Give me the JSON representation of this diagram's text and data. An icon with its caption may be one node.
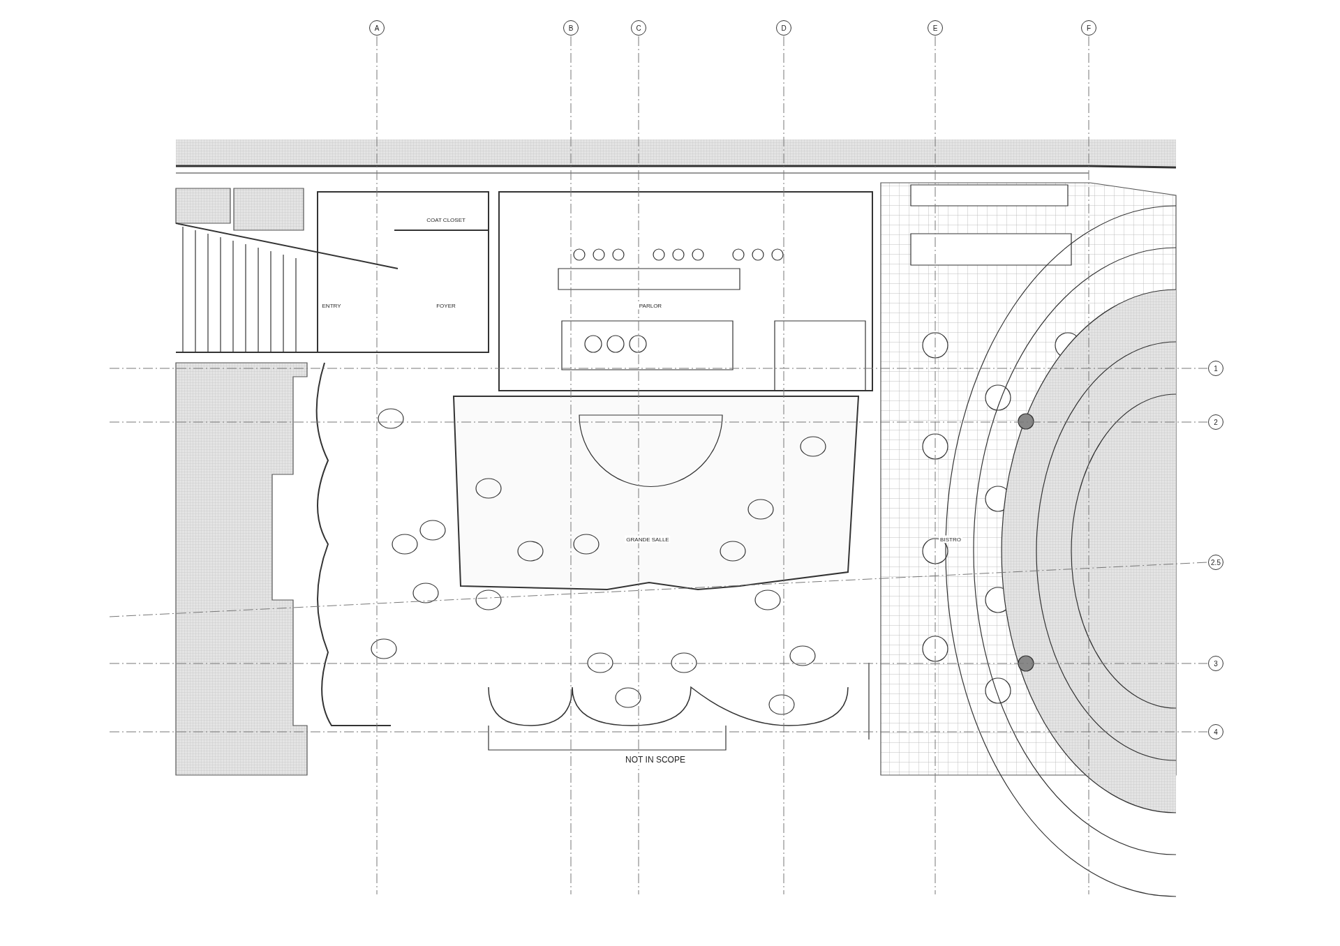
{
  "diagram": {
    "nodes": [
      {
        "text": [
          "A"
        ]
      },
      {
        "text": [
          "B"
        ]
      },
      {
        "text": [
          "C"
        ]
      },
      {
        "text": [
          "D"
        ]
      },
      {
        "text": [
          "E"
        ]
      },
      {
        "text": [
          "F"
        ]
      },
      {
        "text": [
          "1"
        ]
      },
      {
        "text": [
          "2"
        ]
      },
      {
        "text": [
          "2.5"
        ]
      },
      {
        "text": [
          "3"
        ]
      },
      {
        "text": [
          "4"
        ]
      }
    ],
    "edges": [],
    "labels": [
      "COAT CLOSET",
      "ENTRY",
      "FOYER",
      "PARLOR",
      "GRANDE SALLE",
      "BISTRO",
      "NOT IN SCOPE"
    ]
  }
}
